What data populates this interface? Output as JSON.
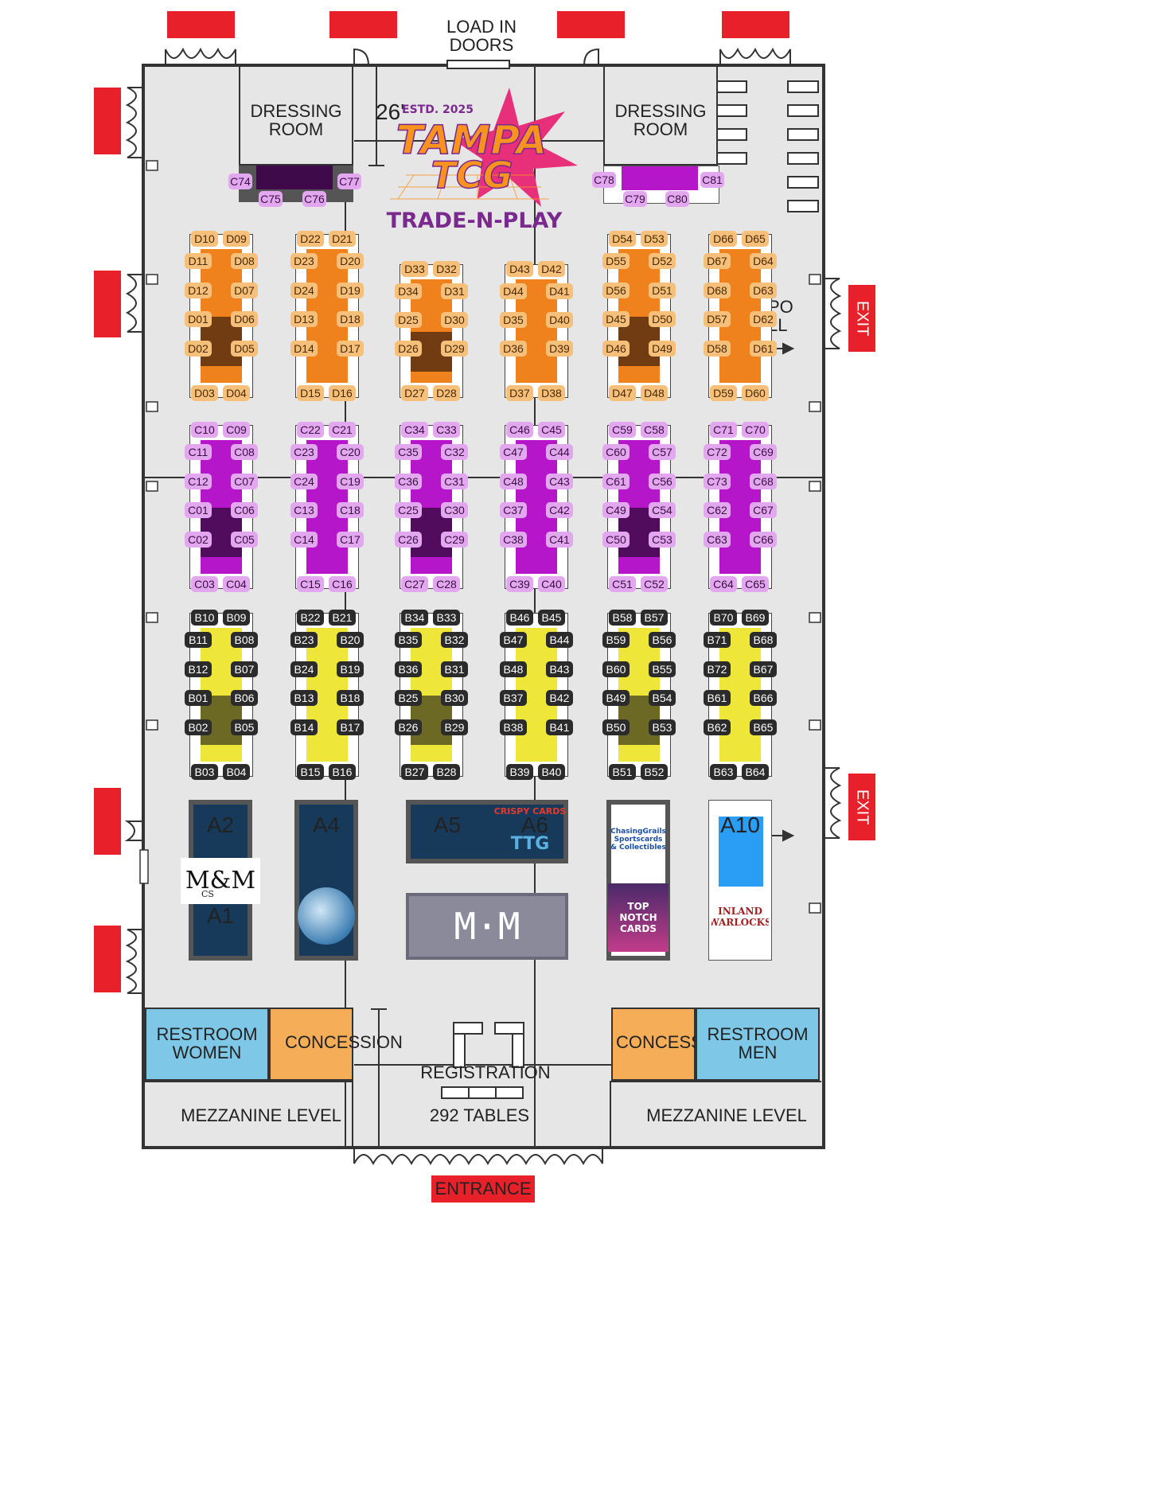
{
  "header": {
    "load_in": "LOAD IN\nDOORS",
    "dimension": "26'"
  },
  "brand": {
    "established": "ESTD. 2025",
    "name_line1": "TAMPA",
    "name_line2": "TCG",
    "tagline": "TRADE-N-PLAY",
    "colors": {
      "primary": "#f7931e",
      "accent": "#e8307a",
      "tagline": "#7a2a8f"
    }
  },
  "rooms": {
    "dressing_left": "DRESSING\nROOM",
    "dressing_right": "DRESSING\nROOM",
    "restroom_women": "RESTROOM\nWOMEN",
    "restroom_men": "RESTROOM\nMEN",
    "concession_left": "CONCESSION",
    "concession_right": "CONCESSION",
    "registration": "REGISTRATION",
    "table_count": "292 TABLES",
    "mezzanine_left": "MEZZANINE LEVEL",
    "mezzanine_right": "MEZZANINE LEVEL",
    "entrance": "ENTRANCE",
    "exit_upper": "EXIT",
    "exit_lower": "EXIT",
    "expo_partial": "PO\nLL"
  },
  "sections": {
    "D": {
      "color": "#f0821e"
    },
    "C": {
      "color": "#b516c9"
    },
    "B": {
      "color": "#efe63a"
    },
    "A": {
      "color": "#173a5a"
    }
  },
  "booths": {
    "D": [
      [
        "D10",
        "D09",
        "D11",
        "D08",
        "D12",
        "D07",
        "D01",
        "D06",
        "D02",
        "D05",
        "D03",
        "D04"
      ],
      [
        "D22",
        "D21",
        "D23",
        "D20",
        "D24",
        "D19",
        "D13",
        "D18",
        "D14",
        "D17",
        "D15",
        "D16"
      ],
      [
        "D33",
        "D32",
        "D34",
        "D31",
        "D25",
        "D30",
        "D26",
        "D29",
        "D27",
        "D28"
      ],
      [
        "D43",
        "D42",
        "D44",
        "D41",
        "D35",
        "D40",
        "D36",
        "D39",
        "D37",
        "D38"
      ],
      [
        "D54",
        "D53",
        "D55",
        "D52",
        "D56",
        "D51",
        "D45",
        "D50",
        "D46",
        "D49",
        "D47",
        "D48"
      ],
      [
        "D66",
        "D65",
        "D67",
        "D64",
        "D68",
        "D63",
        "D57",
        "D62",
        "D58",
        "D61",
        "D59",
        "D60"
      ]
    ],
    "C": [
      [
        "C10",
        "C09",
        "C11",
        "C08",
        "C12",
        "C07",
        "C01",
        "C06",
        "C02",
        "C05",
        "C03",
        "C04"
      ],
      [
        "C22",
        "C21",
        "C23",
        "C20",
        "C24",
        "C19",
        "C13",
        "C18",
        "C14",
        "C17",
        "C15",
        "C16"
      ],
      [
        "C34",
        "C33",
        "C35",
        "C32",
        "C36",
        "C31",
        "C25",
        "C30",
        "C26",
        "C29",
        "C27",
        "C28"
      ],
      [
        "C46",
        "C45",
        "C47",
        "C44",
        "C48",
        "C43",
        "C37",
        "C42",
        "C38",
        "C41",
        "C39",
        "C40"
      ],
      [
        "C59",
        "C58",
        "C60",
        "C57",
        "C61",
        "C56",
        "C49",
        "C54",
        "C50",
        "C53",
        "C51",
        "C52"
      ],
      [
        "C71",
        "C70",
        "C72",
        "C69",
        "C73",
        "C68",
        "C62",
        "C67",
        "C63",
        "C66",
        "C64",
        "C65"
      ]
    ],
    "B": [
      [
        "B10",
        "B09",
        "B11",
        "B08",
        "B12",
        "B07",
        "B01",
        "B06",
        "B02",
        "B05",
        "B03",
        "B04"
      ],
      [
        "B22",
        "B21",
        "B23",
        "B20",
        "B24",
        "B19",
        "B13",
        "B18",
        "B14",
        "B17",
        "B15",
        "B16"
      ],
      [
        "B34",
        "B33",
        "B35",
        "B32",
        "B36",
        "B31",
        "B25",
        "B30",
        "B26",
        "B29",
        "B27",
        "B28"
      ],
      [
        "B46",
        "B45",
        "B47",
        "B44",
        "B48",
        "B43",
        "B37",
        "B42",
        "B38",
        "B41",
        "B39",
        "B40"
      ],
      [
        "B58",
        "B57",
        "B59",
        "B56",
        "B60",
        "B55",
        "B49",
        "B54",
        "B50",
        "B53",
        "B51",
        "B52"
      ],
      [
        "B70",
        "B69",
        "B71",
        "B68",
        "B72",
        "B67",
        "B61",
        "B66",
        "B62",
        "B65",
        "B63",
        "B64"
      ]
    ],
    "C_top_left": [
      "C74",
      "C75",
      "C76",
      "C77"
    ],
    "C_top_right": [
      "C78",
      "C79",
      "C80",
      "C81"
    ],
    "A": [
      "A1",
      "A2",
      "A4",
      "A5",
      "A6",
      "A10"
    ]
  },
  "vendor_logos": {
    "mm_cs": {
      "big": "M&M",
      "small": "CS"
    },
    "crispy": "CRISPY CARDS",
    "ttg": "TTG",
    "chasing": "ChasingGrails\nSportscards & Collectibles",
    "top_notch": "TOP NOTCH\nCARDS",
    "inland": "INLAND\nWARLOCKS",
    "mim": "M·M"
  }
}
